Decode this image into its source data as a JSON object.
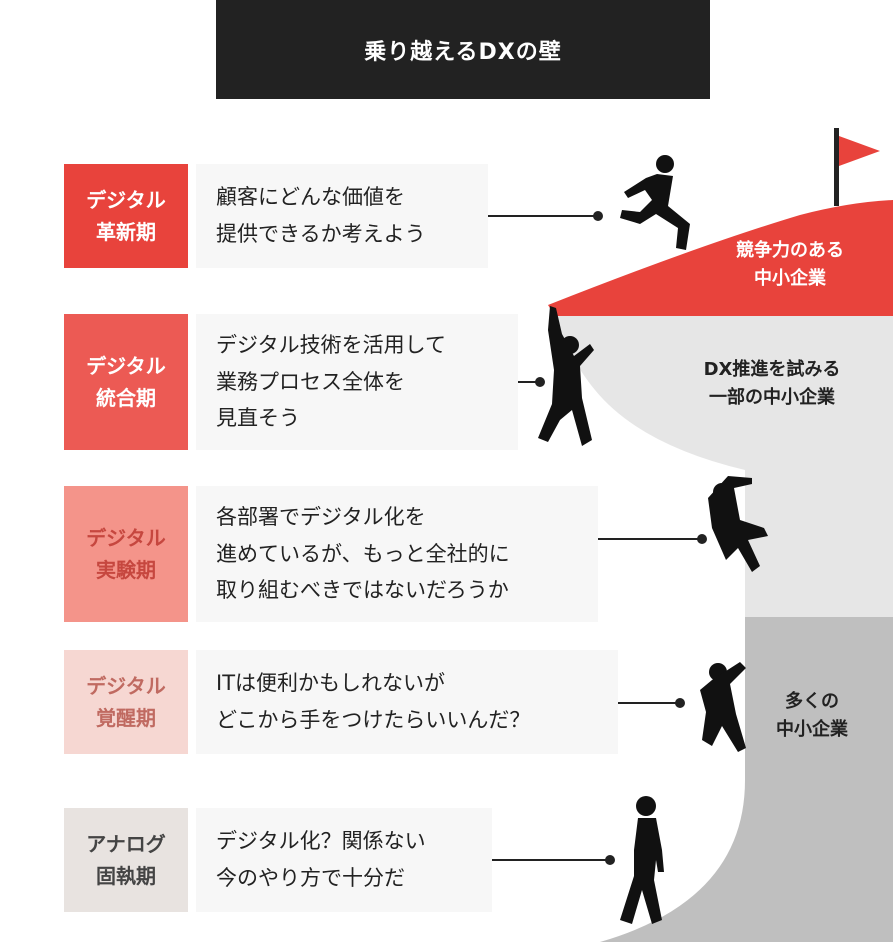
{
  "title": "乗り越えるDXの壁",
  "stages": [
    {
      "stage_line1": "デジタル",
      "stage_line2": "革新期",
      "message_lines": [
        "顧客にどんな価値を",
        "提供できるか考えよう"
      ]
    },
    {
      "stage_line1": "デジタル",
      "stage_line2": "統合期",
      "message_lines": [
        "デジタル技術を活用して",
        "業務プロセス全体を",
        "見直そう"
      ]
    },
    {
      "stage_line1": "デジタル",
      "stage_line2": "実験期",
      "message_lines": [
        "各部署でデジタル化を",
        "進めているが、もっと全社的に",
        "取り組むべきではないだろうか"
      ]
    },
    {
      "stage_line1": "デジタル",
      "stage_line2": "覚醒期",
      "message_lines": [
        "ITは便利かもしれないが",
        "どこから手をつけたらいいんだ？"
      ]
    },
    {
      "stage_line1": "アナログ",
      "stage_line2": "固執期",
      "message_lines": [
        "デジタル化？関係ない",
        "今のやり方で十分だ"
      ]
    }
  ],
  "mountain_labels": {
    "top_line1": "競争力のある",
    "top_line2": "中小企業",
    "middle_line1": "DX推進を試みる",
    "middle_line2": "一部の中小企業",
    "bottom_line1": "多くの",
    "bottom_line2": "中小企業"
  },
  "colors": {
    "title_bg": "#222222",
    "stage1": "#e8433c",
    "stage2": "#ec5a54",
    "stage3": "#f4948a",
    "stage4": "#f6d7d2",
    "stage5": "#e8e3e0",
    "mountain_top": "#e8433c",
    "mountain_middle": "#e6e6e6",
    "mountain_bottom": "#bfbfbf",
    "flag": "#e8433c"
  }
}
